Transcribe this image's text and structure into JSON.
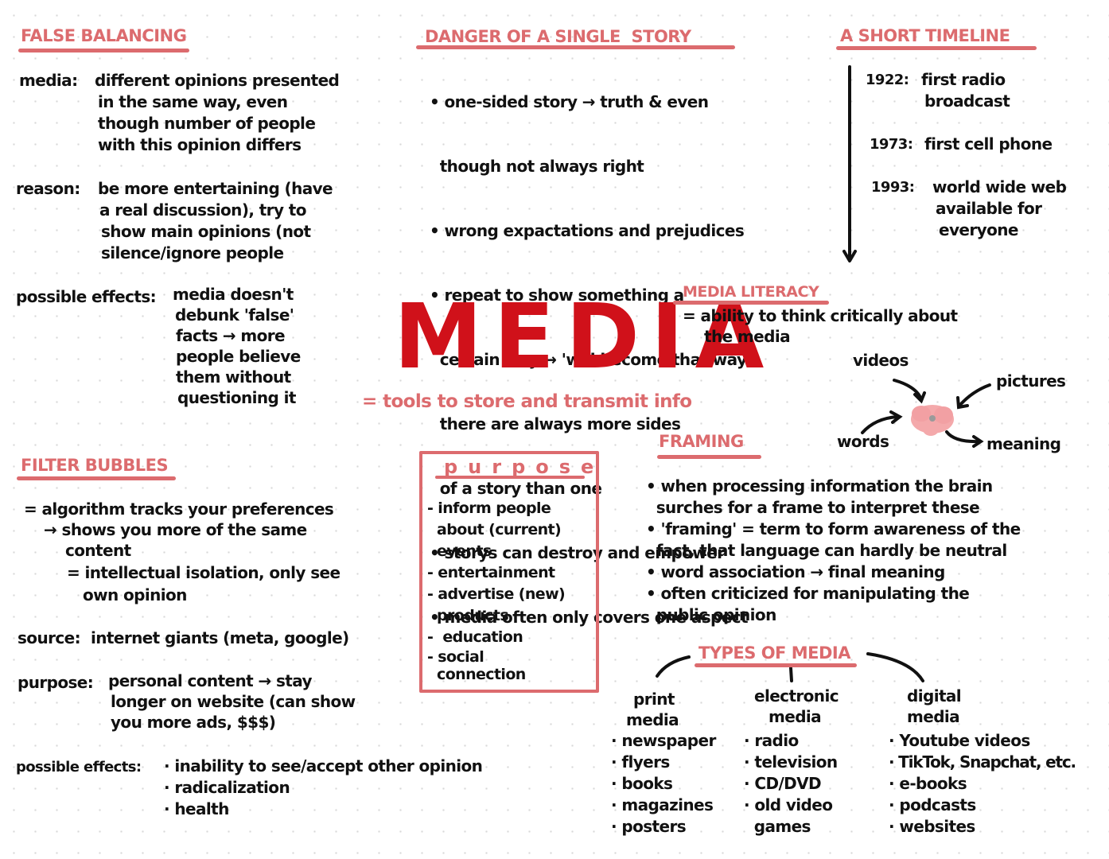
{
  "central": {
    "title": "MEDIA",
    "definition": "= tools to store and transmit info",
    "title_color": "#d0111a",
    "accent_color": "#dc6b6e"
  },
  "false_balancing": {
    "heading": "FALSE BALANCING",
    "media_label": "media:",
    "media_lines": [
      "different opinions presented",
      "in the same way, even",
      "though number of people",
      "with this opinion differs"
    ],
    "reason_label": "reason:",
    "reason_lines": [
      "be more entertaining (have",
      "a real discussion), try to",
      "show main opinions (not",
      "silence/ignore people"
    ],
    "effects_label": "possible effects:",
    "effects_lines": [
      "media doesn't",
      "debunk 'false'",
      "facts → more",
      "people believe",
      "them without",
      "questioning it"
    ]
  },
  "single_story": {
    "heading": "DANGER OF A SINGLE  STORY",
    "lines": [
      "• one-sided story → truth & even",
      "  though not always right",
      "• wrong expactations and prejudices",
      "• repeat to show something a",
      "  certain way → 'will become that way'",
      "  there are always more sides",
      "  of a story than one",
      "• storys can destroy and empower",
      "• media often only covers one aspect"
    ]
  },
  "timeline": {
    "heading": "A SHORT TIMELINE",
    "events": [
      {
        "year": "1922:",
        "lines": [
          "first radio",
          "broadcast"
        ]
      },
      {
        "year": "1973:",
        "lines": [
          "first cell phone"
        ]
      },
      {
        "year": "1993:",
        "lines": [
          "world wide web",
          "available for",
          "everyone"
        ]
      }
    ]
  },
  "media_literacy": {
    "heading": "MEDIA LITERACY",
    "lines": [
      "= ability to think critically about",
      "the media"
    ]
  },
  "brain_diagram": {
    "inputs": [
      "videos",
      "pictures",
      "words"
    ],
    "output": "meaning",
    "icon": "brain-icon"
  },
  "framing": {
    "heading": "FRAMING",
    "lines": [
      "• when processing information the brain",
      "  surches for a frame to interpret these",
      "• 'framing' = term to form awareness of the",
      "  fact, that language can hardly be neutral",
      "• word association → final meaning",
      "• often criticized for manipulating the",
      "  public opinion"
    ]
  },
  "filter_bubbles": {
    "heading": "FILTER BUBBLES",
    "def_lines": [
      "= algorithm tracks your preferences",
      "→ shows you more of the same",
      "content",
      "= intellectual isolation, only see",
      "own opinion"
    ],
    "source_label": "source:",
    "source_text": "internet giants (meta, google)",
    "purpose_label": "purpose:",
    "purpose_lines": [
      "personal content → stay",
      "longer on website (can show",
      "you more ads, $$$)"
    ],
    "effects_label": "possible effects:",
    "effects_lines": [
      "· inability to see/accept other opinion",
      "· radicalization",
      "· health"
    ]
  },
  "purpose": {
    "heading": "purpose",
    "lines": [
      "- inform people",
      "  about (current)",
      "  events",
      "- entertainment",
      "- advertise (new)",
      "  products",
      "-  education",
      "- social",
      "  connection"
    ]
  },
  "types_of_media": {
    "heading": "TYPES OF MEDIA",
    "columns": [
      {
        "title": [
          "print",
          "media"
        ],
        "items": [
          "· newspaper",
          "· flyers",
          "· books",
          "· magazines",
          "· posters"
        ]
      },
      {
        "title": [
          "electronic",
          "media"
        ],
        "items": [
          "· radio",
          "· television",
          "· CD/DVD",
          "· old video",
          "  games"
        ]
      },
      {
        "title": [
          "digital",
          "media"
        ],
        "items": [
          "· Youtube videos",
          "· TikTok, Snapchat, etc.",
          "· e-books",
          "· podcasts",
          "· websites"
        ]
      }
    ]
  }
}
